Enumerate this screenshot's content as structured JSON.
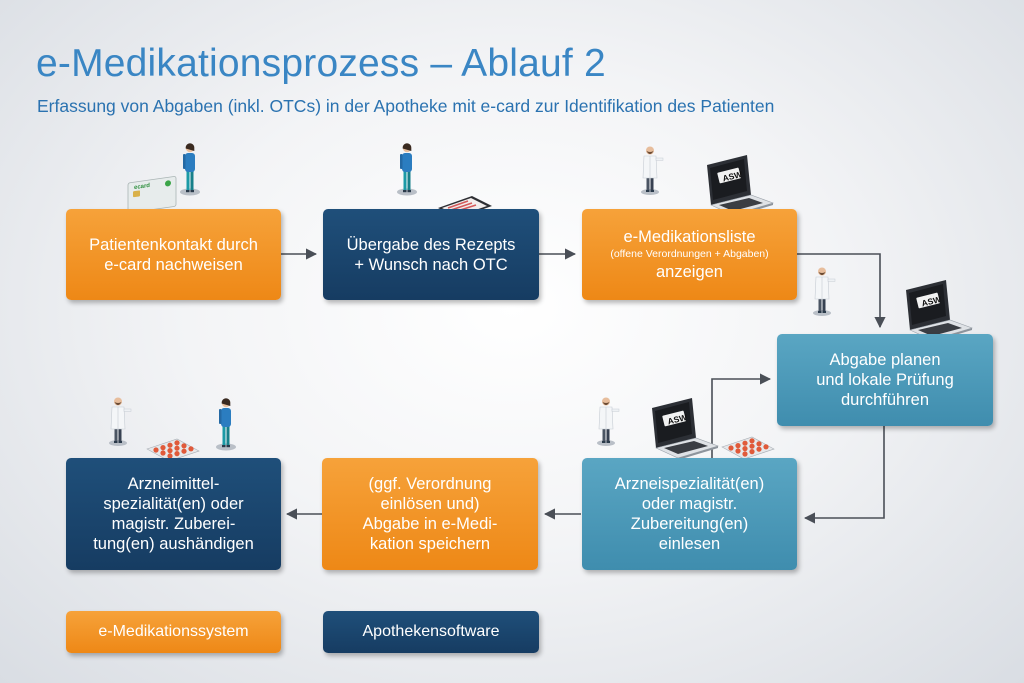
{
  "title": "e-Medikationsprozess – Ablauf 2",
  "subtitle": "Erfassung von Abgaben (inkl. OTCs) in der Apotheke mit e-card zur Identifikation des Patienten",
  "steps": [
    {
      "lines": [
        "Patientenkontakt durch",
        "e-card nachweisen"
      ],
      "system": "e-Medikationssystem"
    },
    {
      "lines": [
        "Übergabe des Rezepts",
        "+ Wunsch nach OTC"
      ],
      "system": "Apothekensoftware"
    },
    {
      "lines": [
        "e-Medikationsliste",
        "(offene Verordnungen + Abgaben)",
        "anzeigen"
      ],
      "system": "e-Medikationssystem"
    },
    {
      "lines": [
        "Abgabe planen",
        "und lokale Prüfung",
        "durchführen"
      ],
      "system": "Apothekensoftware"
    },
    {
      "lines": [
        "Arzneispezialität(en)",
        "oder magistr.",
        "Zubereitung(en)",
        "einlesen"
      ],
      "system": "Apothekensoftware"
    },
    {
      "lines": [
        "(ggf. Verordnung",
        "einlösen und)",
        "Abgabe in e-Medi-",
        "kation speichern"
      ],
      "system": "e-Medikationssystem"
    },
    {
      "lines": [
        "Arzneimittel-",
        "spezialität(en) oder",
        "magistr. Zuberei-",
        "tung(en) aushändigen"
      ],
      "system": "Apothekensoftware"
    }
  ],
  "legend": {
    "emed": "e-Medikationssystem",
    "apo": "Apothekensoftware"
  },
  "device_labels": {
    "card": "ecard",
    "laptop": "ASW"
  },
  "colors": {
    "orange": "#f0901e",
    "navy": "#1b4670",
    "teal": "#4a97b8",
    "title": "#3a86c4",
    "arrow": "#4a4f57"
  },
  "icons": [
    "patient-icon",
    "pharmacist-icon",
    "ecard-icon",
    "prescription-tablet-icon",
    "laptop-asw-icon",
    "pill-blister-icon"
  ]
}
